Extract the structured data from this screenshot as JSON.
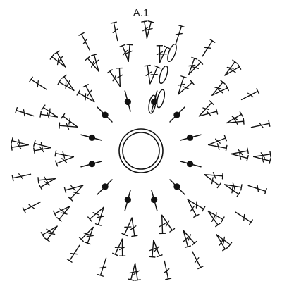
{
  "diagram": {
    "title": "A.1",
    "colors": {
      "ink": "#111111",
      "background": "#ffffff"
    },
    "center_symbol": "magic-ring-icon",
    "rounds": [
      {
        "round": 1,
        "stitch": "slip-stitch-icon",
        "count": 12
      },
      {
        "round": 2,
        "stitch": "double-crochet-v-icon",
        "count": 14
      },
      {
        "round": 3,
        "stitch": "double-crochet-v-icon",
        "count": 18
      },
      {
        "round": 4,
        "stitch": "double-crochet-v-icon",
        "count": 24
      }
    ],
    "chain_loops": 4
  }
}
